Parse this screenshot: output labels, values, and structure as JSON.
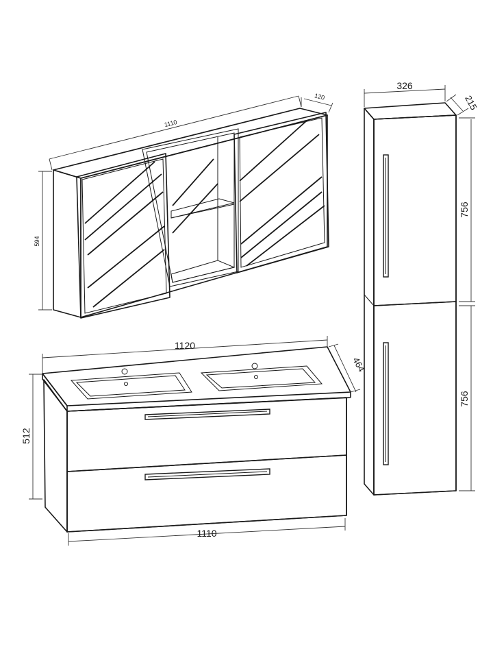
{
  "dimensions": {
    "mirror_cabinet_width": "1110",
    "mirror_cabinet_depth": "120",
    "mirror_cabinet_height": "594",
    "vanity_top_width": "1120",
    "vanity_depth": "464",
    "vanity_height": "512",
    "vanity_base_width": "1110",
    "tall_cabinet_width": "326",
    "tall_cabinet_depth": "215",
    "tall_cabinet_upper_height": "756",
    "tall_cabinet_lower_height": "756"
  }
}
